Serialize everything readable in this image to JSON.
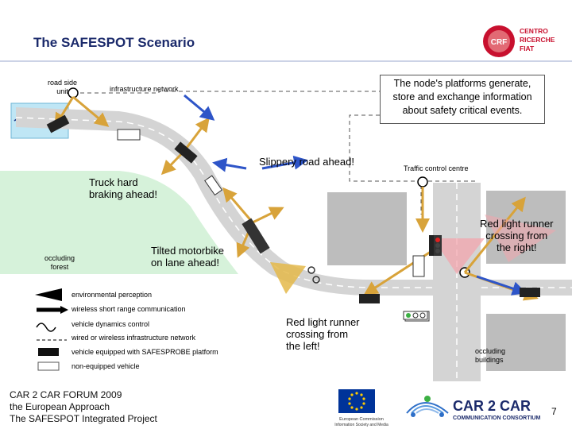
{
  "title": "The SAFESPOT Scenario",
  "crf_logo": {
    "mark": "CRF",
    "lines": [
      "CENTRO",
      "RICERCHE",
      "FIAT"
    ],
    "color": "#c8102e"
  },
  "labels": {
    "road_side_unit": [
      "road side",
      "unit"
    ],
    "infrastructure_network": "infrastructure network",
    "node_platforms": [
      "The node's platforms generate,",
      "store and exchange information",
      "about safety critical events."
    ],
    "slippery": "Slippery road ahead!",
    "traffic_control": "Traffic control centre",
    "truck_braking": [
      "Truck hard",
      "braking ahead!"
    ],
    "tilted_motorbike": [
      "Tilted motorbike",
      "on lane ahead!"
    ],
    "occluding_forest": [
      "occluding",
      "forest"
    ],
    "red_light_right": [
      "Red light runner",
      "crossing from",
      "the right!"
    ],
    "red_light_left": [
      "Red light runner",
      "crossing from",
      "the left!"
    ],
    "occluding_buildings": [
      "occluding",
      "buildings"
    ]
  },
  "legend": {
    "environmental": "environmental perception",
    "wireless": "wireless short range communication",
    "dynamics": "vehicle dynamics control",
    "wired": "wired or wireless infrastructure network",
    "equipped": "vehicle equipped with SAFESPROBE platform",
    "non_equipped": "non-equipped vehicle"
  },
  "footer": {
    "lines": [
      "CAR 2 CAR FORUM 2009",
      "the European Approach",
      "The SAFESPOT Integrated Project"
    ],
    "page": "7",
    "eu_caption": [
      "European Commission",
      "Information Society and Media"
    ],
    "c2c_big": "CAR 2 CAR",
    "c2c_small": "COMMUNICATION CONSORTIUM"
  },
  "colors": {
    "road": "#d4d4d4",
    "forest": "#d6f2da",
    "water": "#bfe6f5",
    "building": "#bdbdbd",
    "perception": "#e0b040",
    "wireless": "#2e55c8",
    "callout_red": "#c8102e",
    "title_blue": "#1b2a6b"
  }
}
